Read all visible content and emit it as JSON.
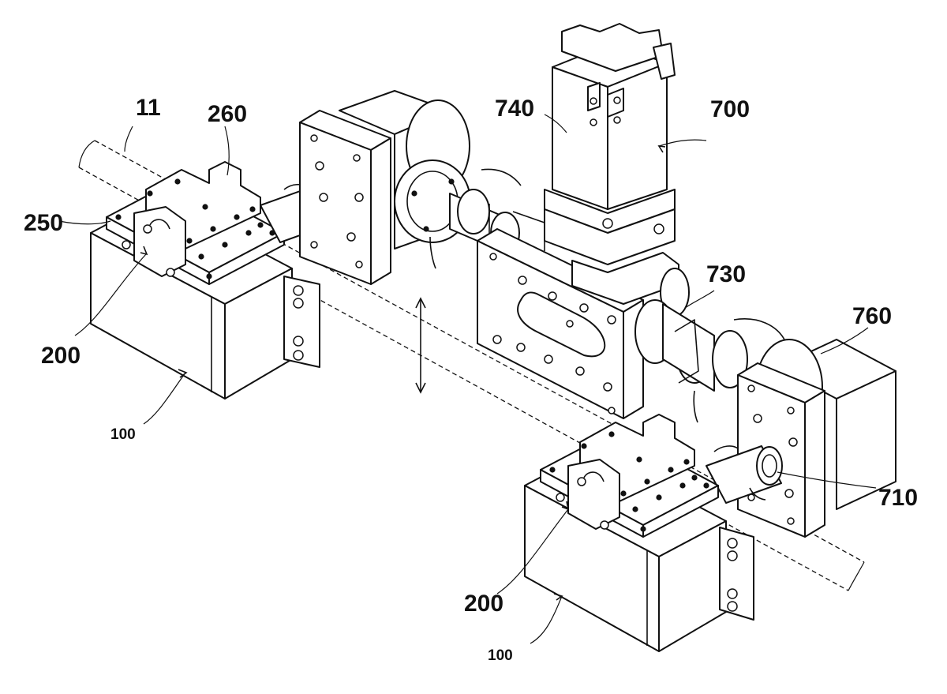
{
  "diagram": {
    "labels": {
      "rail": "11",
      "clamp_pin": "260",
      "clamp_block": "250",
      "holder_left": "200",
      "base_left": "100",
      "motor_body": "740",
      "motor_unit": "700",
      "coupling": "730",
      "gear_head": "760",
      "shaft": "710",
      "holder_right": "200",
      "base_right": "100"
    }
  }
}
